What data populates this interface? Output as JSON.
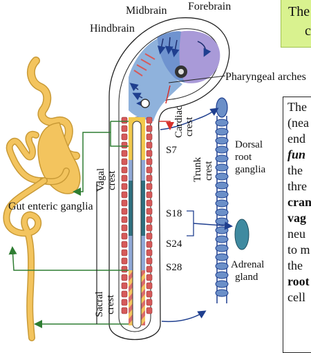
{
  "labels": {
    "midbrain": "Midbrain",
    "forebrain": "Forebrain",
    "hindbrain": "Hindbrain",
    "pharyngeal_arches": "Pharyngeal arches",
    "cardiac_crest_1": "Cardiac",
    "cardiac_crest_2": "crest",
    "s7": "S7",
    "trunk_crest_1": "Trunk",
    "trunk_crest_2": "crest",
    "dorsal_root_1": "Dorsal",
    "dorsal_root_2": "root",
    "dorsal_root_3": "ganglia",
    "vagal_crest_1": "Vagal",
    "vagal_crest_2": "crest",
    "gut_enteric": "Gut enteric ganglia",
    "s18": "S18",
    "s24": "S24",
    "s28": "S28",
    "adrenal_1": "Adrenal",
    "adrenal_2": "gland",
    "sacral_crest_1": "Sacral",
    "sacral_crest_2": "crest"
  },
  "green_box": {
    "line1": "The",
    "line2": "c"
  },
  "side_text": {
    "lines": [
      "The",
      "(nea",
      "end",
      "fun",
      "the",
      "thre",
      "cran",
      "vag",
      "neu",
      "to m",
      "the",
      "root",
      "cell"
    ]
  },
  "colors": {
    "forebrain": "#a99ad8",
    "midbrain": "#6f93cf",
    "hindbrain": "#8fb2dc",
    "gut": "#f3c45e",
    "vagal": "#f2c94c",
    "cardiac_arrow": "#d6302b",
    "arrow_blue": "#1f3f8f",
    "arrow_green": "#2e7d32",
    "segment_red": "#d65a5a",
    "trunk_blue": "#6b8fc8",
    "adrenal": "#3f8aa0"
  }
}
